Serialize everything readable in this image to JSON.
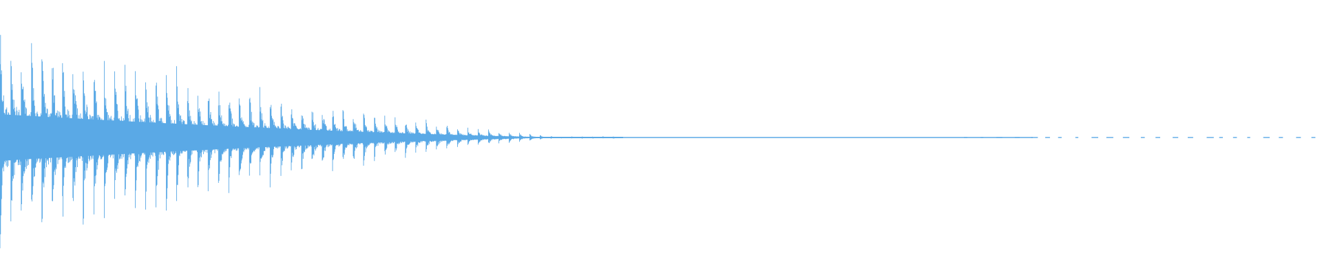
{
  "waveform": {
    "color": "#5aa9e6",
    "background": "#ffffff",
    "shape": "decaying-oscillation",
    "burst_count": 56,
    "initial_peak_level": 0.96,
    "noise_floor_level": 0.01,
    "decay_end_fraction": 0.44,
    "tail_pattern": "sparse-dashes"
  }
}
